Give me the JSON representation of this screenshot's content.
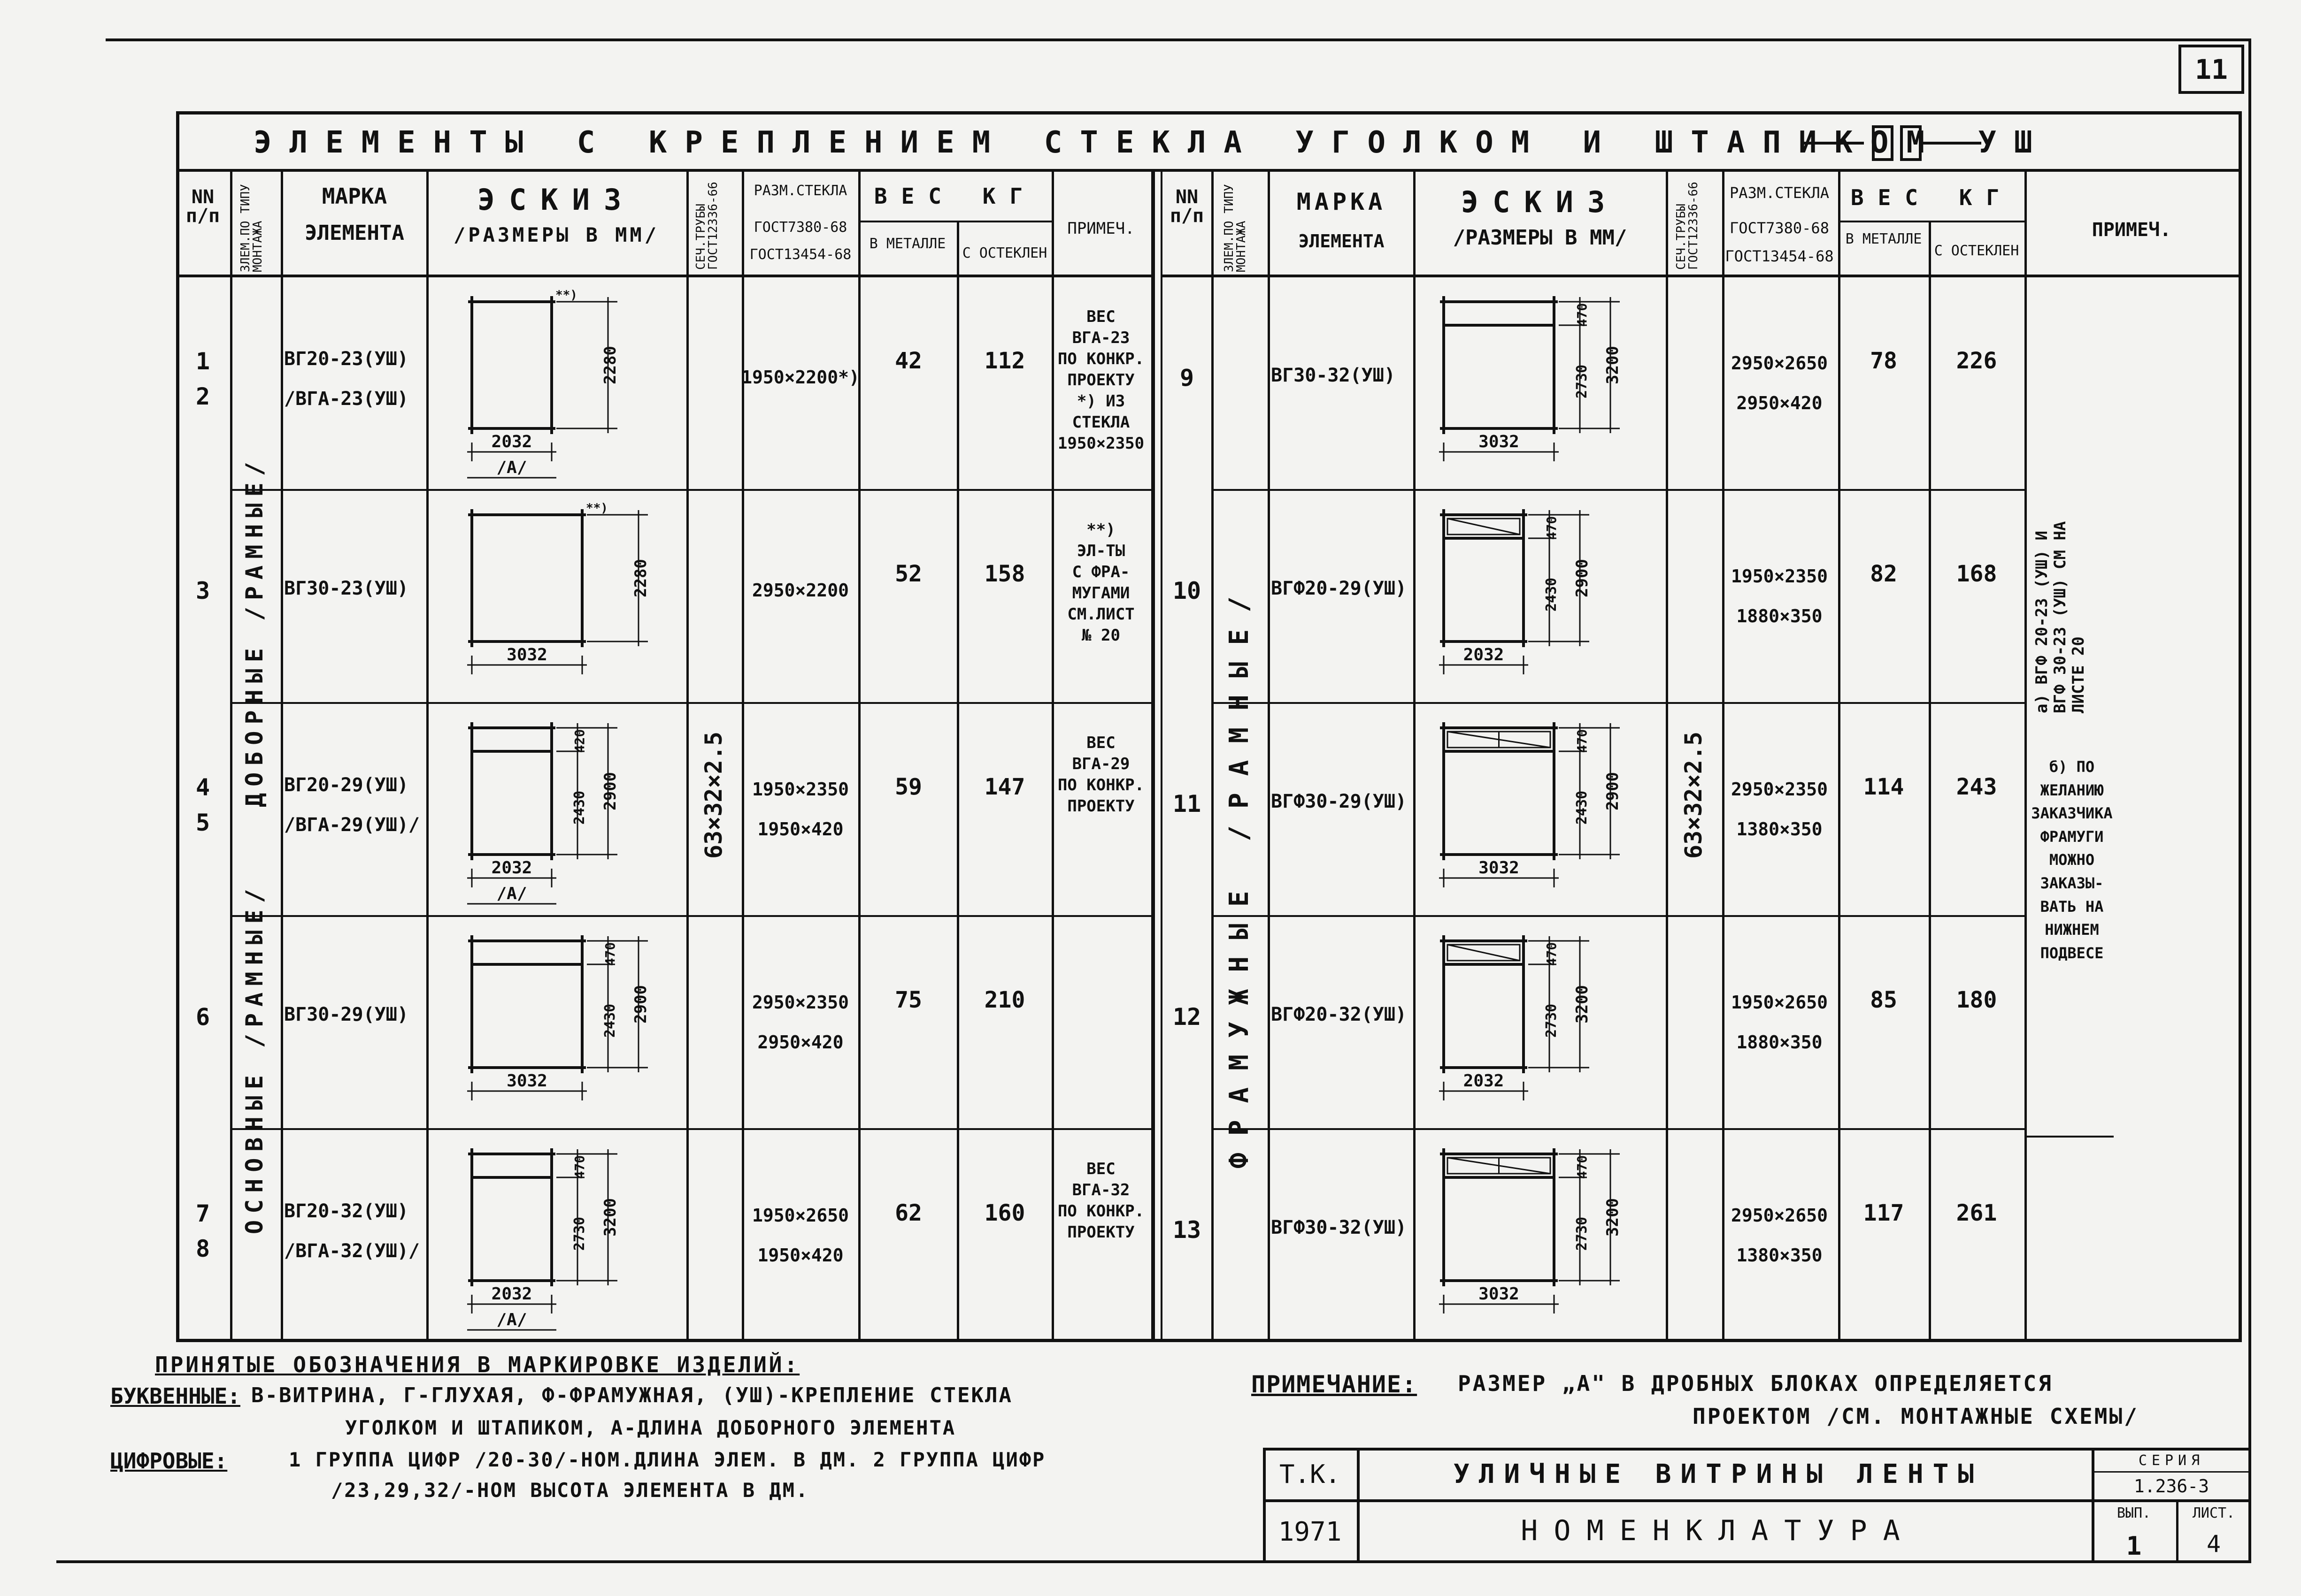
{
  "sheet": {
    "sheet_no": "11",
    "title": "ЭЛЕМЕНТЫ С КРЕПЛЕНИЕМ СТЕКЛА УГОЛКОМ И ШТАПИКОМ УШ"
  },
  "headers": {
    "nn": "NN п/п",
    "zone": "ЗЛЕМ.ПО ТИПУ МОНТАЖА",
    "mark_1": "МАРКА",
    "mark_2": "ЭЛЕМЕНТА",
    "sketch_1": "ЭСКИЗ",
    "sketch_2": "/РАЗМЕРЫ В ММ/",
    "pipe": "СЕЧ.ТРУБЫ ГОСТ12336-66",
    "glass_1": "РАЗМ.СТЕКЛА",
    "glass_2": "ГОСТ7380-68",
    "glass_3": "ГОСТ13454-68",
    "weight": "ВЕС КГ",
    "metal": "В МЕТАЛЛЕ",
    "glazed": "С ОСТЕКЛЕН",
    "notes": "ПРИМЕЧ."
  },
  "left_rows": [
    {
      "nn": [
        "1",
        "2"
      ],
      "mark": [
        "ВГ20-23(УШ)",
        "/ВГА-23(УШ)"
      ],
      "glass": [
        "1950×2200*)"
      ],
      "metal": "42",
      "glazed": "112",
      "note": [
        "ВЕС",
        "ВГА-23",
        "ПО КОНКР.",
        "ПРОЕКТУ",
        "*) ИЗ",
        "СТЕКЛА",
        "1950×2350"
      ],
      "sketch": {
        "w": "2032",
        "h": "2280",
        "sub": "/А/",
        "mark": "**)"
      }
    },
    {
      "nn": [
        "3"
      ],
      "mark": [
        "ВГ30-23(УШ)"
      ],
      "glass": [
        "2950×2200"
      ],
      "metal": "52",
      "glazed": "158",
      "note": [
        "**)",
        "ЭЛ-ТЫ",
        "С ФРА-",
        "МУГАМИ",
        "СМ.ЛИСТ",
        "№ 20"
      ],
      "sketch": {
        "w": "3032",
        "h": "2280",
        "mark": "**)"
      }
    },
    {
      "nn": [
        "4",
        "5"
      ],
      "mark": [
        "ВГ20-29(УШ)",
        "/ВГА-29(УШ)/"
      ],
      "glass": [
        "1950×2350",
        "1950×420"
      ],
      "metal": "59",
      "glazed": "147",
      "note": [
        "ВЕС",
        "ВГА-29",
        "ПО КОНКР.",
        "ПРОЕКТУ"
      ],
      "sketch": {
        "w": "2032",
        "h": "2900",
        "h1": "2430",
        "h2": "420",
        "sub": "/А/"
      }
    },
    {
      "nn": [
        "6"
      ],
      "mark": [
        "ВГ30-29(УШ)"
      ],
      "glass": [
        "2950×2350",
        "2950×420"
      ],
      "metal": "75",
      "glazed": "210",
      "note": [],
      "sketch": {
        "w": "3032",
        "h": "2900",
        "h1": "2430",
        "h2": "470"
      }
    },
    {
      "nn": [
        "7",
        "8"
      ],
      "mark": [
        "ВГ20-32(УШ)",
        "/ВГА-32(УШ)/"
      ],
      "glass": [
        "1950×2650",
        "1950×420"
      ],
      "metal": "62",
      "glazed": "160",
      "note": [
        "ВЕС",
        "ВГА-32",
        "ПО КОНКР.",
        "ПРОЕКТУ"
      ],
      "sketch": {
        "w": "2032",
        "h": "3200",
        "h1": "2730",
        "h2": "470",
        "sub": "/А/"
      }
    }
  ],
  "right_rows": [
    {
      "nn": [
        "9"
      ],
      "mark": [
        "ВГ30-32(УШ)"
      ],
      "glass": [
        "2950×2650",
        "2950×420"
      ],
      "metal": "78",
      "glazed": "226",
      "sketch": {
        "w": "3032",
        "h": "3200",
        "h1": "2730",
        "h2": "470"
      }
    },
    {
      "nn": [
        "10"
      ],
      "mark": [
        "ВГФ20-29(УШ)"
      ],
      "glass": [
        "1950×2350",
        "1880×350"
      ],
      "metal": "82",
      "glazed": "168",
      "sketch": {
        "w": "2032",
        "h": "2900",
        "h1": "2430",
        "h2": "470"
      }
    },
    {
      "nn": [
        "11"
      ],
      "mark": [
        "ВГФ30-29(УШ)"
      ],
      "glass": [
        "2950×2350",
        "1380×350"
      ],
      "metal": "114",
      "glazed": "243",
      "sketch": {
        "w": "3032",
        "h": "2900",
        "h1": "2430",
        "h2": "470"
      }
    },
    {
      "nn": [
        "12"
      ],
      "mark": [
        "ВГФ20-32(УШ)"
      ],
      "glass": [
        "1950×2650",
        "1880×350"
      ],
      "metal": "85",
      "glazed": "180",
      "sketch": {
        "w": "2032",
        "h": "3200",
        "h1": "2730",
        "h2": "470"
      }
    },
    {
      "nn": [
        "13"
      ],
      "mark": [
        "ВГФ30-32(УШ)"
      ],
      "glass": [
        "2950×2650",
        "1380×350"
      ],
      "metal": "117",
      "glazed": "261",
      "sketch": {
        "w": "3032",
        "h": "3200",
        "h1": "2730",
        "h2": "470"
      }
    }
  ],
  "zones": {
    "left_top": "ДОБОРНЫЕ /РАМНЫЕ/",
    "left_bottom": "ОСНОВНЫЕ /РАМНЫЕ/",
    "right": "ФРАМУЖНЫЕ /РАМНЫЕ/"
  },
  "pipe_section": "63×32×2.5",
  "right_notes": {
    "a": "а) ВГФ 20-23 (УШ) И ВГФ 30-23 (УШ) СМ НА ЛИСТЕ 20",
    "b": [
      "б) ПО",
      "ЖЕЛАНИЮ",
      "ЗАКАЗЧИКА",
      "ФРАМУГИ",
      "МОЖНО",
      "ЗАКАЗЫ-",
      "ВАТЬ НА",
      "НИЖНЕМ",
      "ПОДВЕСЕ"
    ]
  },
  "legend": {
    "title": "ПРИНЯТЫЕ ОБОЗНАЧЕНИЯ В МАРКИРОВКЕ ИЗДЕЛИЙ:",
    "letters_label": "БУКВЕННЫЕ:",
    "letters_1": "В-ВИТРИНА, Г-ГЛУХАЯ, Ф-ФРАМУЖНАЯ, (УШ)-КРЕПЛЕНИЕ СТЕКЛА",
    "letters_2": "УГОЛКОМ И ШТАПИКОМ, А-ДЛИНА ДОБОРНОГО ЭЛЕМЕНТА",
    "digits_label": "ЦИФРОВЫЕ:",
    "digits_1": "1 ГРУППА ЦИФР /20-30/-НОМ.ДЛИНА ЭЛЕМ. В ДМ. 2 ГРУППА ЦИФР",
    "digits_2": "/23,29,32/-НОМ ВЫСОТА ЭЛЕМЕНТА В ДМ."
  },
  "note": {
    "label": "ПРИМЕЧАНИЕ:",
    "text_1": "РАЗМЕР „А\" В ДРОБНЫХ БЛОКАХ ОПРЕДЕЛЯЕТСЯ",
    "text_2": "ПРОЕКТОМ /СМ. МОНТАЖНЫЕ СХЕМЫ/"
  },
  "title_block": {
    "org": "Т.К.",
    "year": "1971",
    "name": "УЛИЧНЫЕ ВИТРИНЫ ЛЕНТЫ",
    "sheet_title": "НОМЕНКЛАТУРА",
    "series_label": "СЕРИЯ",
    "series": "1.236-3",
    "issue_label": "ВЫП.",
    "issue": "1",
    "sheet_label": "ЛИСТ.",
    "sheet": "4"
  }
}
